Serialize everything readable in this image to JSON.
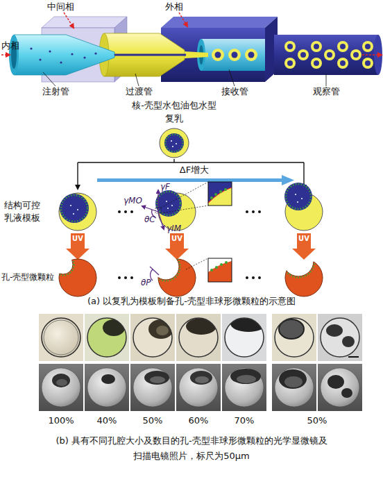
{
  "diagram": {
    "caption": "(b) 具有不同孔腔大小及数目的孔-壳型非球形微颗粒的光学显微镜及 扫描电镜照片，标尺为50μm",
    "nodes": [
      {
        "text": [
          "核-壳型水包油包水型 复乳"
        ]
      }
    ],
    "labels": [
      "中间相",
      "外相",
      "内相",
      "注射管",
      "过渡管",
      "接收管",
      "观察管",
      "ΔF增大",
      "γF",
      "γMO",
      "θC",
      "γIM",
      "结构可控 乳液模板",
      "UV",
      "UV",
      "UV",
      "孔-壳型微颗粒",
      "θP",
      "(a) 以复乳为模板制备孔-壳型非球形微颗粒的示意图",
      "100%",
      "40%",
      "50%",
      "60%",
      "70%",
      "50%"
    ]
  }
}
